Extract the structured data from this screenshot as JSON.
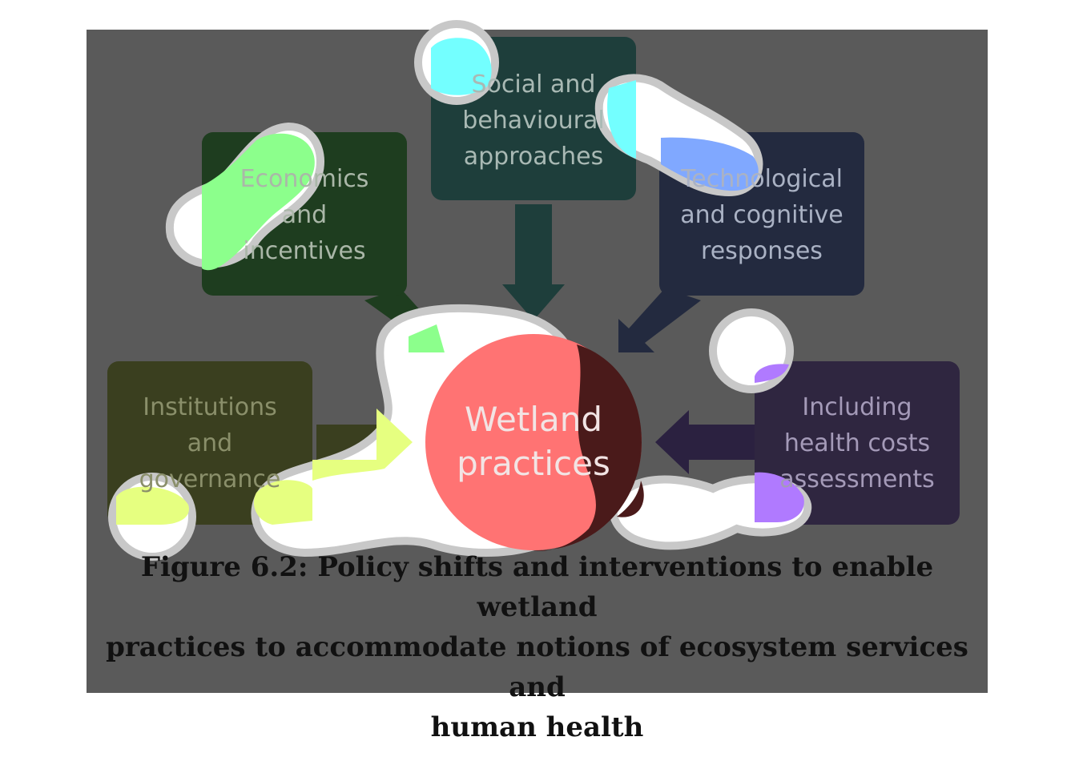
{
  "diagram": {
    "center": {
      "lines": [
        "Wetland",
        "practices"
      ]
    },
    "nodes": {
      "social": {
        "lines": [
          "Social and",
          "behavioural",
          "approaches"
        ]
      },
      "economics": {
        "lines": [
          "Economics",
          "and",
          "incentives"
        ]
      },
      "technological": {
        "lines": [
          "Technological",
          "and cognitive",
          "responses"
        ]
      },
      "institutions": {
        "lines": [
          "Institutions",
          "and",
          "governance"
        ]
      },
      "health": {
        "lines": [
          "Including",
          "health costs",
          "assessments"
        ]
      }
    }
  },
  "caption": {
    "line1": "Figure 6.2: Policy shifts and interventions to enable wetland",
    "line2": "practices to accommodate notions of ecosystem services and",
    "line3": "human health"
  },
  "colors": {
    "overlay": "#5a5a5a",
    "social": "#1e3e3b",
    "economics": "#1e3d1f",
    "technological": "#232a3f",
    "institutions": "#3a3f1f",
    "health": "#2f2640",
    "center": "#4a1a1a",
    "highlight_red": "#ff7373",
    "highlight_cyan": "#73ffff",
    "highlight_green": "#8cff8c",
    "highlight_blue": "#80a8ff",
    "highlight_yellow": "#e6ff80",
    "highlight_purple": "#b07aff"
  }
}
